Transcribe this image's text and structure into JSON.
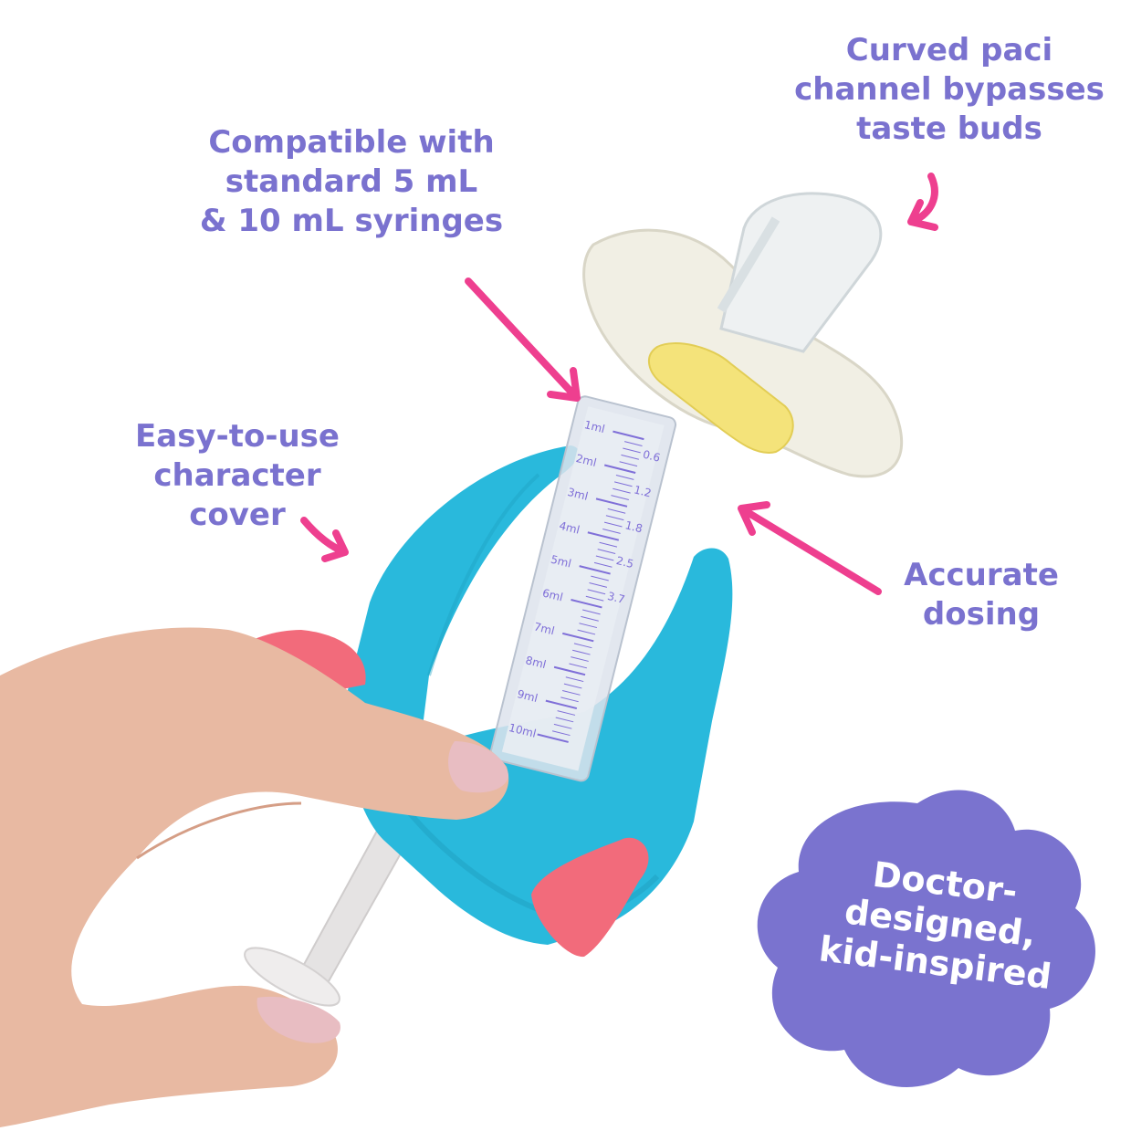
{
  "callouts": {
    "compatible": [
      "Compatible with",
      "standard 5 mL",
      "& 10 mL syringes"
    ],
    "paci_channel": [
      "Curved paci",
      "channel bypasses",
      "taste buds"
    ],
    "character_cover": [
      "Easy-to-use",
      "character",
      "cover"
    ],
    "accurate_dosing": [
      "Accurate",
      "dosing"
    ]
  },
  "badge": {
    "lines": [
      "Doctor-",
      "designed,",
      "kid-inspired"
    ]
  },
  "syringe_scale": {
    "ml_labels": [
      "1ml",
      "2ml",
      "3ml",
      "4ml",
      "5ml",
      "6ml",
      "7ml",
      "8ml",
      "9ml",
      "10ml"
    ],
    "tsp_labels": [
      "0.6",
      "1.2",
      "1.8",
      "2.5",
      "3.7"
    ]
  },
  "colors": {
    "callout_text": "#7a72cf",
    "arrow_pink": "#ee3f8f",
    "badge_purple": "#7a73cf",
    "cover_blue": "#29b9dc",
    "fin_coral": "#f26b7b",
    "paci_ring_yellow": "#f4e37a",
    "scale_purple": "#7f6fd8"
  }
}
